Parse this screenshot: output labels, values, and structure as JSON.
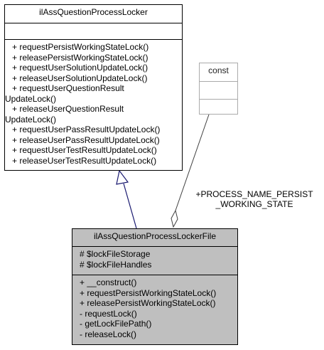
{
  "base_class": {
    "name": "ilAssQuestionProcessLocker",
    "attributes": [],
    "methods": [
      "+ requestPersistWorkingStateLock()",
      "+ releasePersistWorkingStateLock()",
      "+ requestUserSolutionUpdateLock()",
      "+ releaseUserSolutionUpdateLock()",
      "+ requestUserQuestionResult",
      "UpdateLock()",
      "+ releaseUserQuestionResult",
      "UpdateLock()",
      "+ requestUserPassResultUpdateLock()",
      "+ releaseUserPassResultUpdateLock()",
      "+ requestUserTestResultUpdateLock()",
      "+ releaseUserTestResultUpdateLock()"
    ]
  },
  "const_class": {
    "name": "const"
  },
  "derived_class": {
    "name": "ilAssQuestionProcessLockerFile",
    "attributes": [
      "# $lockFileStorage",
      "# $lockFileHandles"
    ],
    "methods": [
      "+ __construct()",
      "+ requestPersistWorkingStateLock()",
      "+ releasePersistWorkingStateLock()",
      "- requestLock()",
      "- getLockFilePath()",
      "- releaseLock()"
    ]
  },
  "association": {
    "label_line1": "+PROCESS_NAME_PERSIST",
    "label_line2": "_WORKING_STATE"
  }
}
